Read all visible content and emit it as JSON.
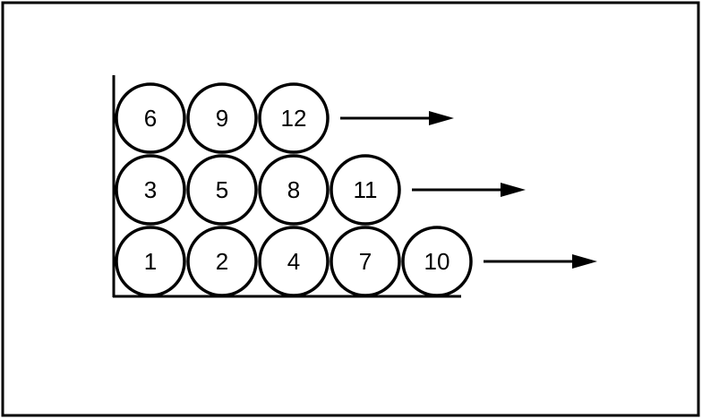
{
  "diagram": {
    "rows": [
      {
        "id": "bottom",
        "labels": [
          "1",
          "2",
          "4",
          "7",
          "10"
        ]
      },
      {
        "id": "middle",
        "labels": [
          "3",
          "5",
          "8",
          "11"
        ]
      },
      {
        "id": "top",
        "labels": [
          "6",
          "9",
          "12"
        ]
      }
    ],
    "arrows": 3,
    "colors": {
      "stroke": "#000000",
      "fill": "#ffffff",
      "background": "#ffffff"
    }
  }
}
